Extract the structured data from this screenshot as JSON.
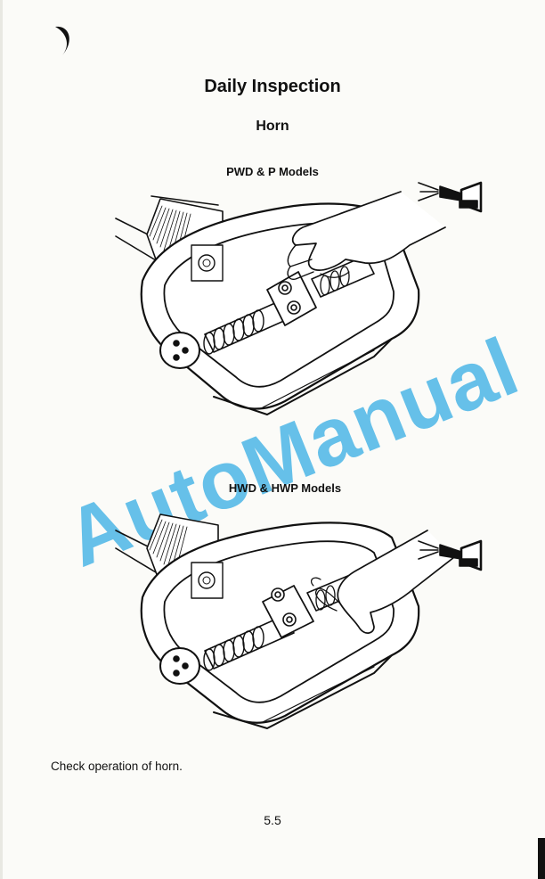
{
  "heading": "Daily Inspection",
  "subheading": "Horn",
  "figure_top": {
    "caption": "PWD & P Models",
    "horn_icon": "horn-icon"
  },
  "figure_bottom": {
    "caption": "HWD & HWP Models",
    "horn_icon": "horn-icon"
  },
  "watermark": "AutoManual",
  "instruction": "Check operation of horn.",
  "page_number": "5.5",
  "colors": {
    "watermark": "#46b4e6",
    "ink": "#111111",
    "paper": "#fbfbf8"
  }
}
